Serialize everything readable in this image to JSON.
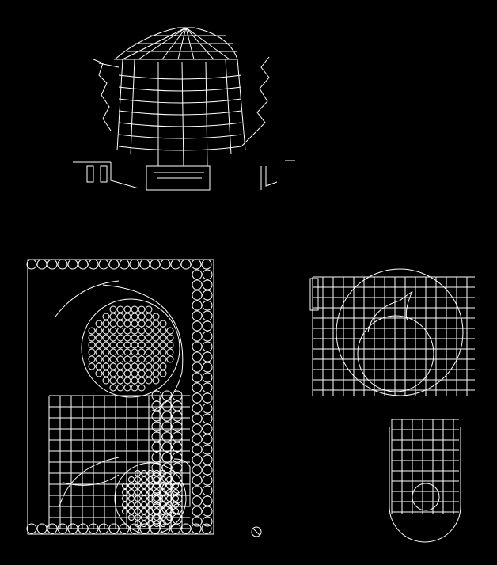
{
  "drawing": {
    "background": "#000000",
    "line_color": "#ffffff",
    "views": [
      "elevation",
      "site-plan-left",
      "site-plan-right"
    ]
  }
}
